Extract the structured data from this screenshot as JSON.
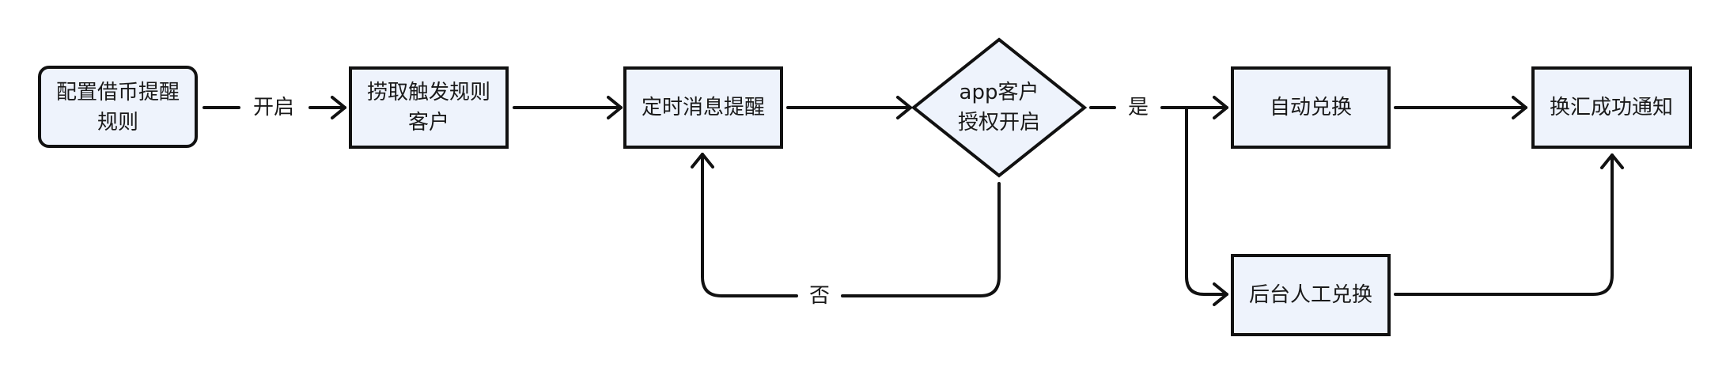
{
  "nodes": {
    "config_rule": {
      "line1": "配置借币提醒",
      "line2": "规则"
    },
    "fetch_customers": {
      "line1": "捞取触发规则",
      "line2": "客户"
    },
    "timed_reminder": {
      "label": "定时消息提醒"
    },
    "app_authorized": {
      "line1": "app客户",
      "line2": "授权开启"
    },
    "auto_exchange": {
      "label": "自动兑换"
    },
    "notify_success": {
      "label": "换汇成功通知"
    },
    "manual_exchange": {
      "label": "后台人工兑换"
    }
  },
  "edges": {
    "enable": "开启",
    "yes": "是",
    "no": "否"
  },
  "colors": {
    "node_fill": "#eef3fc",
    "stroke": "#111111"
  }
}
